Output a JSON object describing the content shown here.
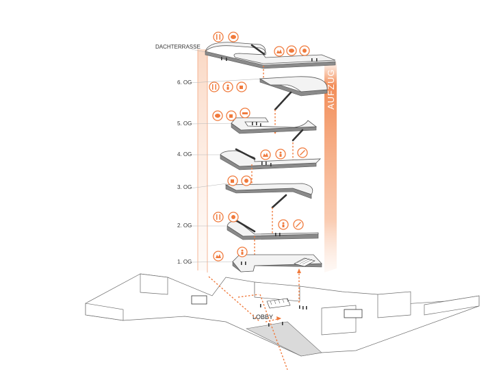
{
  "floors": [
    {
      "id": "dachterrasse",
      "label": "DACHTERRASSE"
    },
    {
      "id": "og6",
      "label": "6. OG"
    },
    {
      "id": "og5",
      "label": "5. OG"
    },
    {
      "id": "og4",
      "label": "4. OG"
    },
    {
      "id": "og3",
      "label": "3. OG"
    },
    {
      "id": "og2",
      "label": "2. OG"
    },
    {
      "id": "og1",
      "label": "1. OG"
    }
  ],
  "lobby_label": "LOBBY",
  "elevator_label": "AUFZUG",
  "colors": {
    "accent": "#f07a3c",
    "slab_side": "#8a8a8a",
    "lines": "#555555"
  }
}
